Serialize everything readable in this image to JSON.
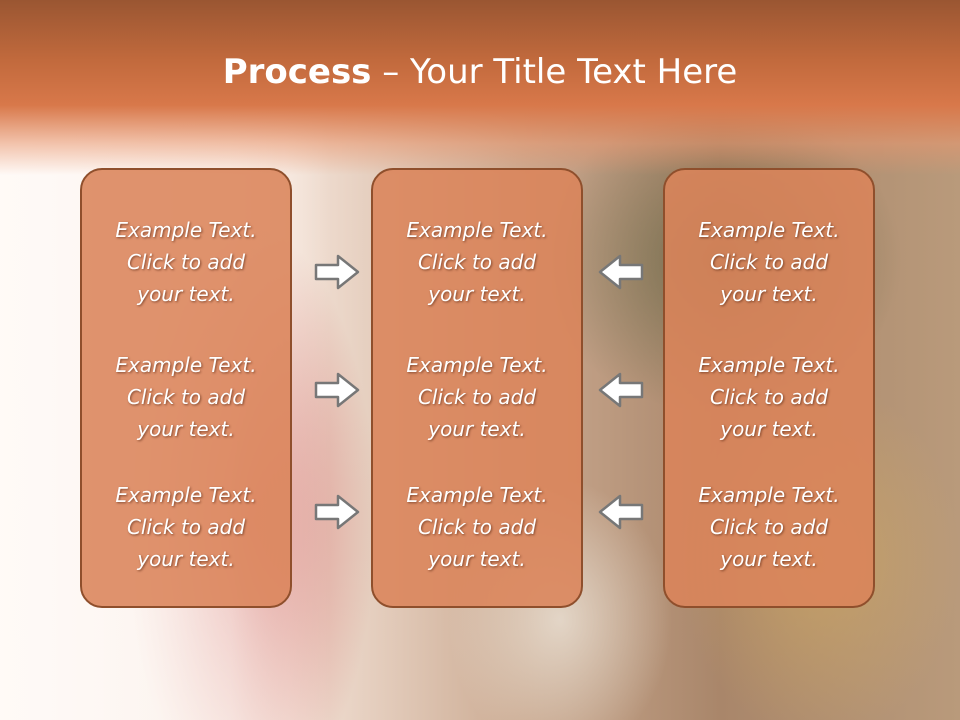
{
  "slide": {
    "title_bold": "Process",
    "title_rest": " – Your Title Text Here"
  },
  "columns": [
    {
      "items": [
        {
          "line1": "Example Text.",
          "line2": "Click  to add",
          "line3": "your text."
        },
        {
          "line1": "Example Text.",
          "line2": "Click  to add",
          "line3": "your text."
        },
        {
          "line1": "Example Text.",
          "line2": "Click  to add",
          "line3": "your text."
        }
      ]
    },
    {
      "items": [
        {
          "line1": "Example Text.",
          "line2": "Click  to add",
          "line3": "your text."
        },
        {
          "line1": "Example Text.",
          "line2": "Click  to add",
          "line3": "your text."
        },
        {
          "line1": "Example Text.",
          "line2": "Click  to add",
          "line3": "your text."
        }
      ]
    },
    {
      "items": [
        {
          "line1": "Example Text.",
          "line2": "Click  to add",
          "line3": "your text."
        },
        {
          "line1": "Example Text.",
          "line2": "Click  to add",
          "line3": "your text."
        },
        {
          "line1": "Example Text.",
          "line2": "Click  to add",
          "line3": "your text."
        }
      ]
    }
  ],
  "icons": {
    "left_arrows": "arrow-right-icon",
    "right_arrows": "arrow-left-icon"
  },
  "colors": {
    "header": "#d8784a",
    "box_fill": "#db845a",
    "box_border": "#8f4f2c"
  }
}
